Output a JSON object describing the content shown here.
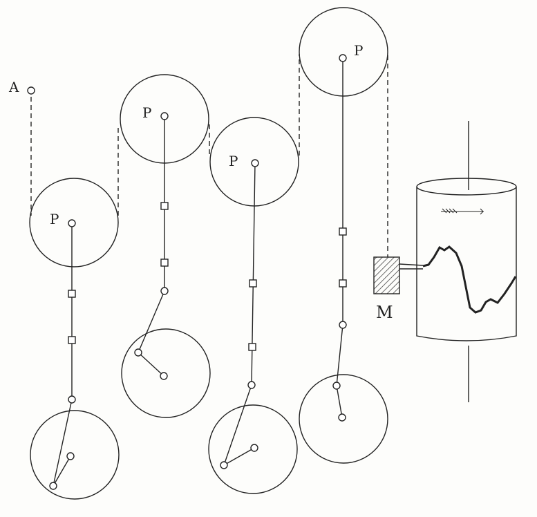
{
  "labels": {
    "anchor": "A",
    "pulley1": "P",
    "pulley2": "P",
    "pulley3": "P",
    "pulley4": "P",
    "recorder": "M"
  },
  "colors": {
    "ink": "#222222",
    "paper": "#fdfdfb"
  }
}
